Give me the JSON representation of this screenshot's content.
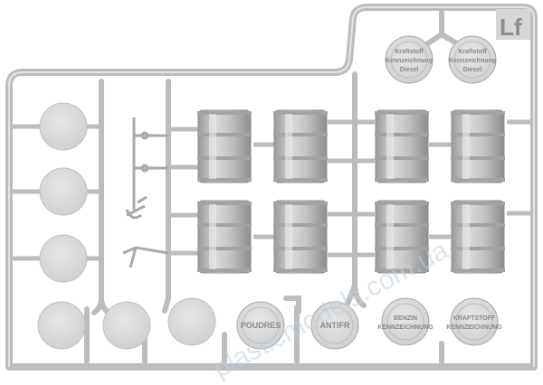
{
  "sprue": {
    "letter": "Lf",
    "colors": {
      "plastic": "#c9c9c9",
      "plastic_dark": "#9b9b9b",
      "plastic_light": "#e2e2e2",
      "background": "#ffffff",
      "watermark": "#b9d3ea"
    },
    "decals": [
      {
        "lines": [
          "Kraftstoff",
          "Kennzeichnung",
          "Diesel"
        ],
        "shape": "circle"
      },
      {
        "lines": [
          "Kraftstoff",
          "Kennzeichnung",
          "Diesel"
        ],
        "shape": "circle"
      },
      {
        "lines": [
          "POUDRES"
        ],
        "shape": "circle"
      },
      {
        "lines": [
          "ANTIFR"
        ],
        "shape": "circle"
      },
      {
        "lines": [
          "BENZIN",
          "KENNZEICHNUNG"
        ],
        "shape": "circle"
      },
      {
        "lines": [
          "KRAFTSTOFF",
          "KENNZEICHNUNG"
        ],
        "shape": "circle"
      }
    ],
    "watermark": "plasticmodels.com.ua"
  }
}
